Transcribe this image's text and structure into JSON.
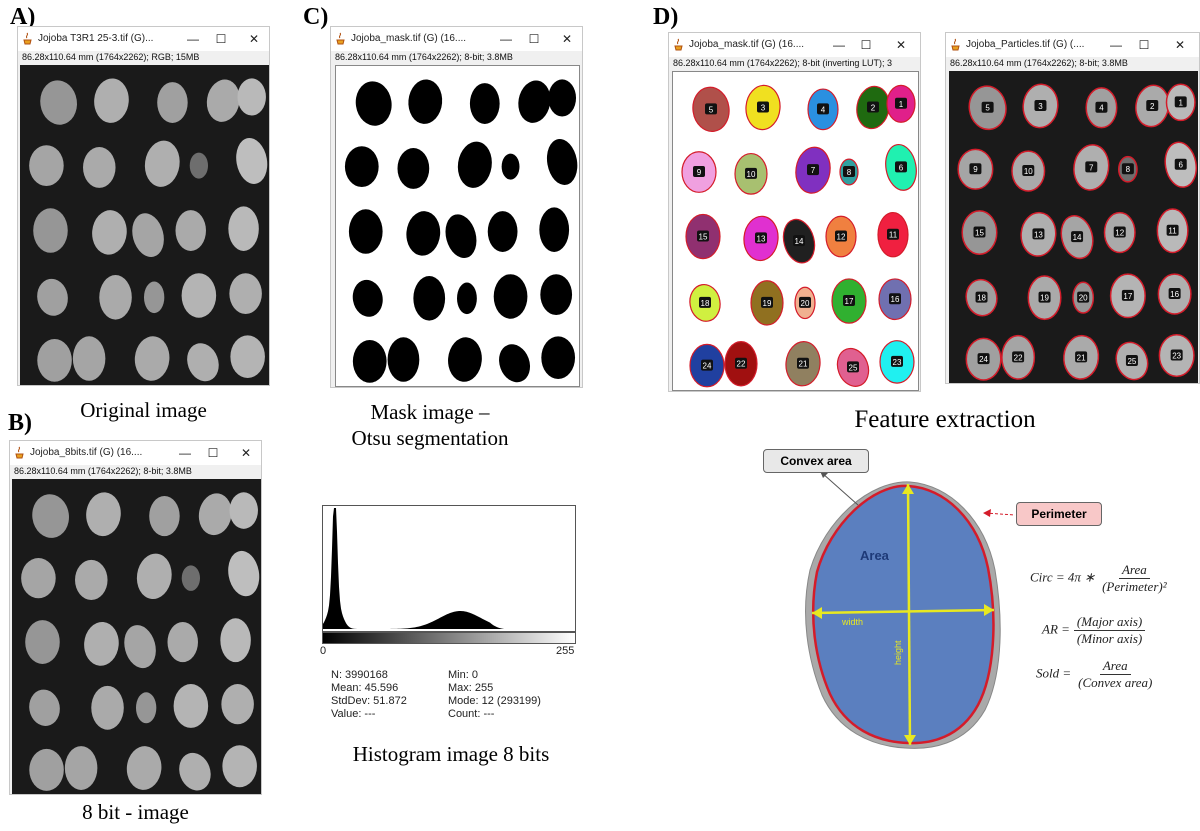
{
  "panels": {
    "a": {
      "letter": "A)",
      "window_title": "Jojoba T3R1 25-3.tif (G)...",
      "info": "86.28x110.64 mm (1764x2262); RGB; 15MB",
      "caption": "Original image"
    },
    "b": {
      "letter": "B)",
      "window_title": "Jojoba_8bits.tif (G) (16....",
      "info": "86.28x110.64 mm (1764x2262); 8-bit; 3.8MB",
      "caption": "8 bit - image"
    },
    "c": {
      "letter": "C)",
      "window_title": "Jojoba_mask.tif (G) (16....",
      "info": "86.28x110.64 mm (1764x2262); 8-bit; 3.8MB",
      "caption_line1": "Mask image –",
      "caption_line2": "Otsu segmentation"
    },
    "d": {
      "letter": "D)",
      "window1_title": "Jojoba_mask.tif (G) (16....",
      "window1_info": "86.28x110.64 mm (1764x2262); 8-bit (inverting LUT); 3",
      "window2_title": "Jojoba_Particles.tif (G) (....",
      "window2_info": "86.28x110.64 mm (1764x2262); 8-bit; 3.8MB",
      "caption": "Feature extraction"
    }
  },
  "window_controls": {
    "minimize": "—",
    "maximize": "☐",
    "close": "✕"
  },
  "histogram": {
    "axis_min": "0",
    "axis_max": "255",
    "stats": {
      "n": "N: 3990168",
      "mean": "Mean: 45.596",
      "stddev": "StdDev: 51.872",
      "value": "Value: ---",
      "min": "Min: 0",
      "max": "Max: 255",
      "mode": "Mode: 12 (293199)",
      "count": "Count: ---"
    },
    "caption": "Histogram image 8 bits"
  },
  "particle_labels": [
    "5",
    "3",
    "4",
    "2",
    "1",
    "9",
    "10",
    "7",
    "8",
    "6",
    "15",
    "13",
    "14",
    "12",
    "11",
    "18",
    "19",
    "20",
    "17",
    "16",
    "24",
    "22",
    "21",
    "25",
    "23"
  ],
  "particle_colors": [
    "#b0504a",
    "#f0e020",
    "#2a90e0",
    "#1f6a10",
    "#e0208a",
    "#f0a0e0",
    "#a8c070",
    "#8030c0",
    "#30a0a0",
    "#20f0b0",
    "#903070",
    "#e030d0",
    "#202020",
    "#f08040",
    "#f02040",
    "#d0f040",
    "#907020",
    "#f0b090",
    "#30b030",
    "#7070b0",
    "#2040a0",
    "#a01010",
    "#908060",
    "#e06090",
    "#20f0f0"
  ],
  "diagram": {
    "convex_area": "Convex area",
    "perimeter": "Perimeter",
    "area": "Area",
    "width": "width",
    "height": "height",
    "colors": {
      "area_fill": "#5b7fbf",
      "perimeter": "#d41c2a",
      "convex": "#a9a9a9",
      "axes": "#e8e820"
    }
  },
  "formulas": {
    "circ_lhs": "Circ = 4π ∗",
    "circ_num": "Area",
    "circ_den": "(Perimeter)²",
    "ar_lhs": "AR =",
    "ar_num": "(Major axis)",
    "ar_den": "(Minor axis)",
    "sold_lhs": "Sold =",
    "sold_num": "Area",
    "sold_den": "(Convex area)"
  }
}
